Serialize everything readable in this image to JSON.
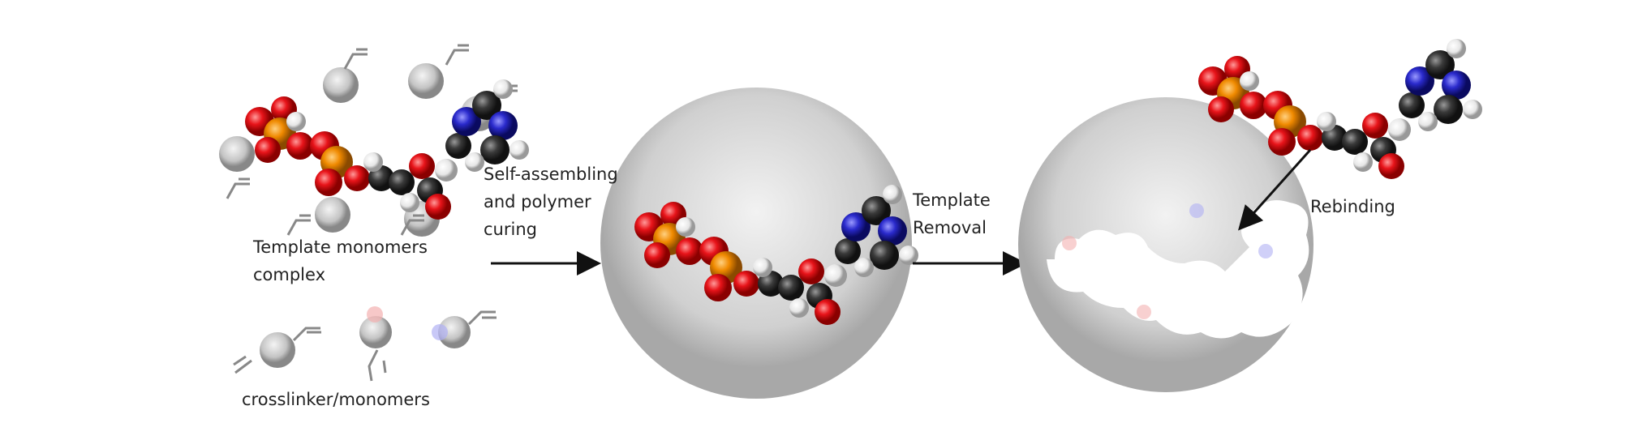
{
  "labels": {
    "template_complex_line1": "Template monomers",
    "template_complex_line2": "complex",
    "crosslinker": "crosslinker/monomers",
    "step1_line1": "Self-assembling",
    "step1_line2": "and polymer",
    "step1_line3": "curing",
    "step2_line1": "Template",
    "step2_line2": "Removal",
    "step3": "Rebinding"
  },
  "colors": {
    "oxygen": "#e8141a",
    "phosphorus": "#f08a00",
    "carbon": "#3a3a3a",
    "nitrogen": "#2a2acc",
    "hydrogen": "#f2f2f2",
    "polymer_sphere": "#c8c8c8"
  }
}
